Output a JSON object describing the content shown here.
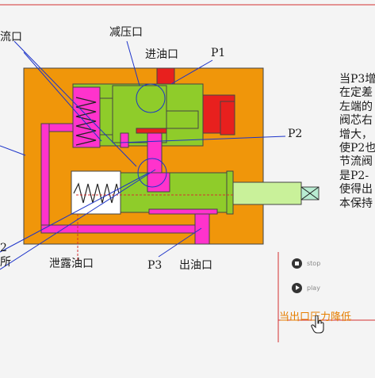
{
  "labels": {
    "throttle_port": "流口",
    "reducing_port": "减压口",
    "inlet_port": "进油口",
    "p1": "P1",
    "p2": "P2",
    "p3": "P3",
    "outlet_port": "出油口",
    "leak_port": "泄露油口",
    "left_p2_fragment": "2",
    "left_bottom_fragment": "所"
  },
  "description_lines": [
    "当P3增",
    "在定差",
    "左端的",
    "阀芯右",
    "增大，",
    "使P2也",
    "节流阀",
    "是P2-",
    "使得出",
    "本保持"
  ],
  "controls": {
    "stop_label": "stop",
    "play_label": "play"
  },
  "status_text": "当出口压力降低",
  "colors": {
    "body": "#f0960a",
    "spool": "#8fcc2a",
    "channel": "#ff33cc",
    "inlet": "#e8201e",
    "annotation_line": "#1d34c9",
    "guide": "#d43030"
  }
}
